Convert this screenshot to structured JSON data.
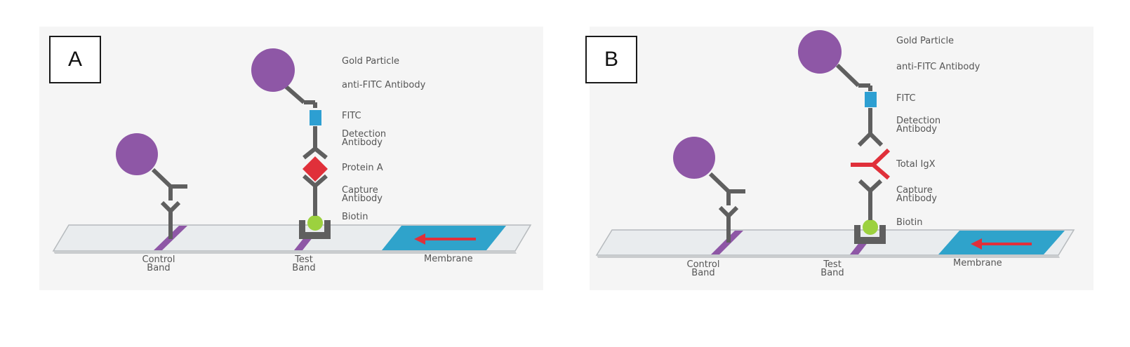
{
  "panel_a": {
    "letter": "A",
    "labels": {
      "gold_particle": "Gold Particle",
      "anti_fitc": "anti-FITC Antibody",
      "fitc": "FITC",
      "detection_1": "Detection",
      "detection_2": "Antibody",
      "protein_a": "Protein A",
      "capture_1": "Capture",
      "capture_2": "Antibody",
      "biotin": "Biotin",
      "control_1": "Control",
      "control_2": "Band",
      "test_1": "Test",
      "test_2": "Band",
      "membrane": "Membrane"
    }
  },
  "panel_b": {
    "letter": "B",
    "labels": {
      "gold_particle": "Gold Particle",
      "anti_fitc": "anti-FITC Antibody",
      "fitc": "FITC",
      "detection_1": "Detection",
      "detection_2": "Antibody",
      "total_igx": "Total IgX",
      "capture_1": "Capture",
      "capture_2": "Antibody",
      "biotin": "Biotin",
      "control_1": "Control",
      "control_2": "Band",
      "test_1": "Test",
      "test_2": "Band",
      "membrane": "Membrane"
    }
  },
  "colors": {
    "gold_particle": "#8e57a6",
    "antibody": "#5f5f5f",
    "fitc": "#2d9fd2",
    "protein_a": "#e0303a",
    "total_igx": "#e0303a",
    "biotin": "#9cd13f",
    "band": "#8e57a6",
    "membrane_pad": "#2fa3cb",
    "flow_arrow": "#e0303a",
    "strip": "#e9ecee"
  }
}
